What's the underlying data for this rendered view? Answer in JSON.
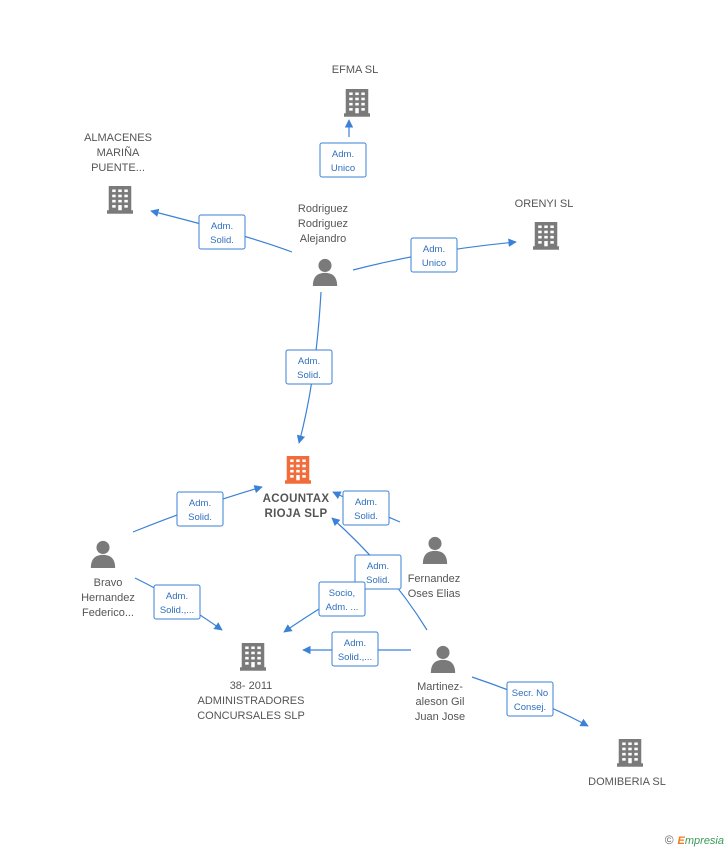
{
  "nodes": [
    {
      "id": "efma",
      "type": "company",
      "label": [
        "EFMA SL"
      ]
    },
    {
      "id": "almacenes",
      "type": "company",
      "label": [
        "ALMACENES",
        "MARIÑA",
        "PUENTE..."
      ]
    },
    {
      "id": "orenyi",
      "type": "company",
      "label": [
        "ORENYI SL"
      ]
    },
    {
      "id": "rodriguez",
      "type": "person",
      "label": [
        "Rodriguez",
        "Rodriguez",
        "Alejandro"
      ]
    },
    {
      "id": "acountax",
      "type": "company",
      "main": true,
      "label": [
        "ACOUNTAX",
        "RIOJA SLP"
      ]
    },
    {
      "id": "bravo",
      "type": "person",
      "label": [
        "Bravo",
        "Hernandez",
        "Federico..."
      ]
    },
    {
      "id": "fernandez",
      "type": "person",
      "label": [
        "Fernandez",
        "Oses Elias"
      ]
    },
    {
      "id": "admin38",
      "type": "company",
      "label": [
        "38- 2011",
        "ADMINISTRADORES",
        "CONCURSALES SLP"
      ]
    },
    {
      "id": "martinez",
      "type": "person",
      "label": [
        "Martinez-",
        "aleson Gil",
        "Juan Jose"
      ]
    },
    {
      "id": "domiberia",
      "type": "company",
      "label": [
        "DOMIBERIA  SL"
      ]
    }
  ],
  "edges": [
    {
      "from": "rodriguez",
      "to": "efma",
      "label": [
        "Adm.",
        "Unico"
      ]
    },
    {
      "from": "rodriguez",
      "to": "almacenes",
      "label": [
        "Adm.",
        "Solid."
      ]
    },
    {
      "from": "rodriguez",
      "to": "orenyi",
      "label": [
        "Adm.",
        "Unico"
      ]
    },
    {
      "from": "rodriguez",
      "to": "acountax",
      "label": [
        "Adm.",
        "Solid."
      ]
    },
    {
      "from": "bravo",
      "to": "acountax",
      "label": [
        "Adm.",
        "Solid."
      ]
    },
    {
      "from": "fernandez",
      "to": "acountax",
      "label": [
        "Adm.",
        "Solid."
      ]
    },
    {
      "from": "bravo",
      "to": "admin38",
      "label": [
        "Adm.",
        "Solid.,..."
      ]
    },
    {
      "from": "martinez",
      "to": "acountax",
      "label": [
        "Adm.",
        "Solid."
      ]
    },
    {
      "from": "fernandez",
      "to": "admin38",
      "label": [
        "Socio,",
        "Adm. ..."
      ]
    },
    {
      "from": "martinez",
      "to": "admin38",
      "label": [
        "Adm.",
        "Solid.,..."
      ]
    },
    {
      "from": "martinez",
      "to": "domiberia",
      "label": [
        "Secr.  No",
        "Consej."
      ]
    }
  ],
  "colors": {
    "company_icon": "#7a7a7a",
    "main_company_icon": "#f26b3a",
    "person_icon": "#7a7a7a",
    "edge": "#3b82d6",
    "edge_text": "#2f6fbf",
    "label_text": "#555555"
  },
  "watermark": {
    "copyright_symbol": "©",
    "brand_first": "E",
    "brand_rest": "mpresia"
  }
}
